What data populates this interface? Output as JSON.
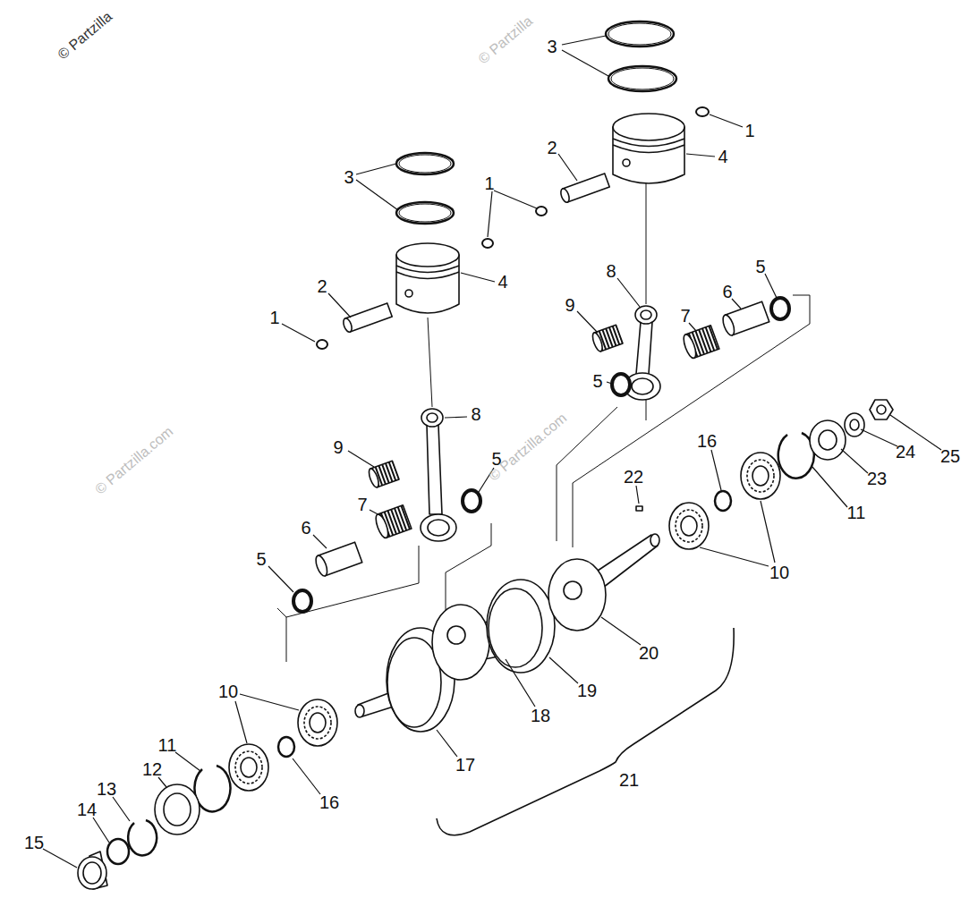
{
  "diagram": {
    "labels": [
      "© Partzilla",
      "© Partzilla",
      "3",
      "1",
      "2",
      "4",
      "3",
      "1",
      "8",
      "5",
      "4",
      "2",
      "6",
      "9",
      "7",
      "1",
      "5",
      "8",
      "16",
      "9",
      "24",
      "25",
      "5",
      "© Partzilla.com",
      "© Partzilla.com",
      "22",
      "23",
      "7",
      "11",
      "6",
      "5",
      "10",
      "20",
      "19",
      "10",
      "18",
      "11",
      "17",
      "12",
      "21",
      "13",
      "16",
      "14",
      "15"
    ]
  }
}
